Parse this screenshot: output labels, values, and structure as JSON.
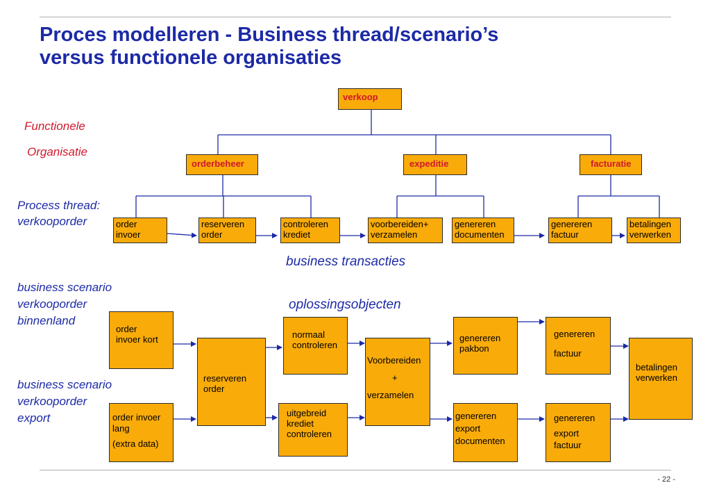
{
  "title": {
    "line1": "Proces modelleren - Business thread/scenario’s",
    "line2": "versus functionele organisaties"
  },
  "labels": {
    "functionele": "Functionele",
    "organisatie": "Organisatie",
    "process_thread_1": "Process thread:",
    "process_thread_2": "verkooporder",
    "business_transacties": "business transacties",
    "scenario_binnenland": [
      "business scenario",
      "verkooporder",
      "binnenland"
    ],
    "scenario_export": [
      "business scenario",
      "verkooporder",
      "export"
    ],
    "oplossingsobjecten": "oplossingsobjecten"
  },
  "org": {
    "root": "verkoop",
    "departments": [
      "orderbeheer",
      "expeditie",
      "facturatie"
    ]
  },
  "thread": [
    [
      "order",
      "invoer"
    ],
    [
      "reserveren",
      "order"
    ],
    [
      "controleren",
      "krediet"
    ],
    [
      "voorbereiden+",
      "verzamelen"
    ],
    [
      "genereren",
      "documenten"
    ],
    [
      "genereren",
      "factuur"
    ],
    [
      "betalingen",
      "verwerken"
    ]
  ],
  "scenario": {
    "order_invoer_kort": [
      "order",
      "invoer kort"
    ],
    "order_invoer_lang": [
      "order invoer",
      "lang",
      "(extra data)"
    ],
    "reserveren_order": [
      "reserveren",
      "order"
    ],
    "normaal_controleren": [
      "normaal",
      "controleren"
    ],
    "uitgebreid_krediet": [
      "uitgebreid",
      "krediet",
      "controleren"
    ],
    "voorbereiden": [
      "Voorbereiden",
      "+",
      "verzamelen"
    ],
    "genereren_pakbon": [
      "genereren",
      "pakbon"
    ],
    "genereren_export_documenten": [
      "genereren",
      "export",
      "documenten"
    ],
    "genereren_factuur": [
      "genereren",
      "factuur"
    ],
    "genereren_export_factuur": [
      "genereren",
      "export",
      "factuur"
    ],
    "betalingen_verwerken": [
      "betalingen",
      "verwerken"
    ]
  },
  "page_number": "- 22 -",
  "colors": {
    "title": "#1c2aa6",
    "box_fill": "#f9ab0a",
    "org_label": "#d0182c",
    "connector": "#1c2aa6"
  }
}
